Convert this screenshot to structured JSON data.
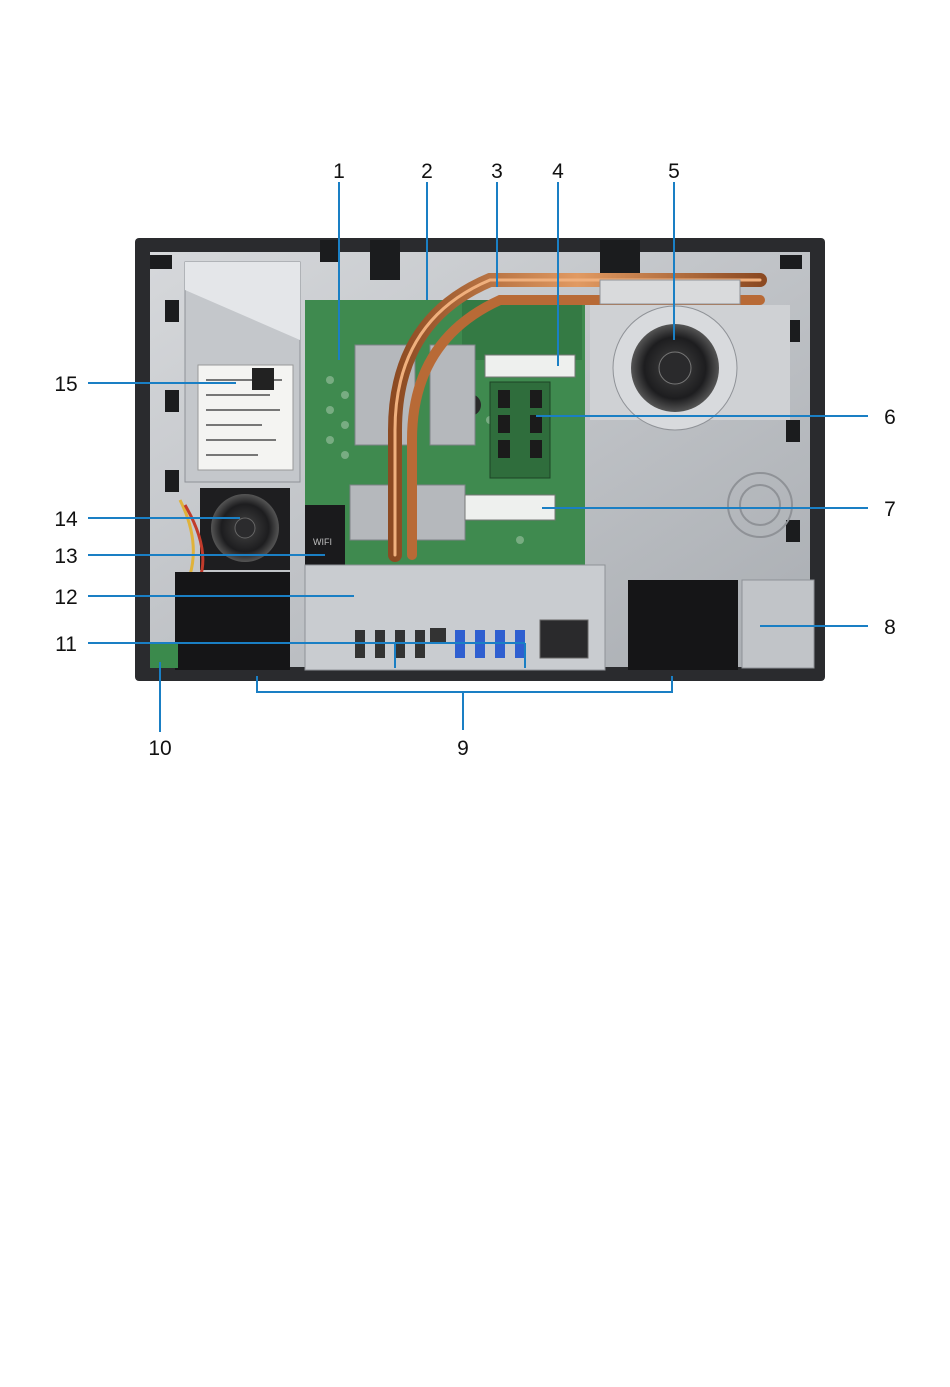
{
  "callouts": [
    {
      "id": "1",
      "label": "1"
    },
    {
      "id": "2",
      "label": "2"
    },
    {
      "id": "3",
      "label": "3"
    },
    {
      "id": "4",
      "label": "4"
    },
    {
      "id": "5",
      "label": "5"
    },
    {
      "id": "6",
      "label": "6"
    },
    {
      "id": "7",
      "label": "7"
    },
    {
      "id": "8",
      "label": "8"
    },
    {
      "id": "9",
      "label": "9"
    },
    {
      "id": "10",
      "label": "10"
    },
    {
      "id": "11",
      "label": "11"
    },
    {
      "id": "12",
      "label": "12"
    },
    {
      "id": "13",
      "label": "13"
    },
    {
      "id": "14",
      "label": "14"
    },
    {
      "id": "15",
      "label": "15"
    }
  ],
  "board_text": {
    "wifi": "WIFI"
  },
  "colors": {
    "leader": "#1a7fc4",
    "pcb": "#3f8a4f",
    "copper": "#c8773f",
    "chassis": "#b9bcc0",
    "frame": "#2a2b2e"
  }
}
